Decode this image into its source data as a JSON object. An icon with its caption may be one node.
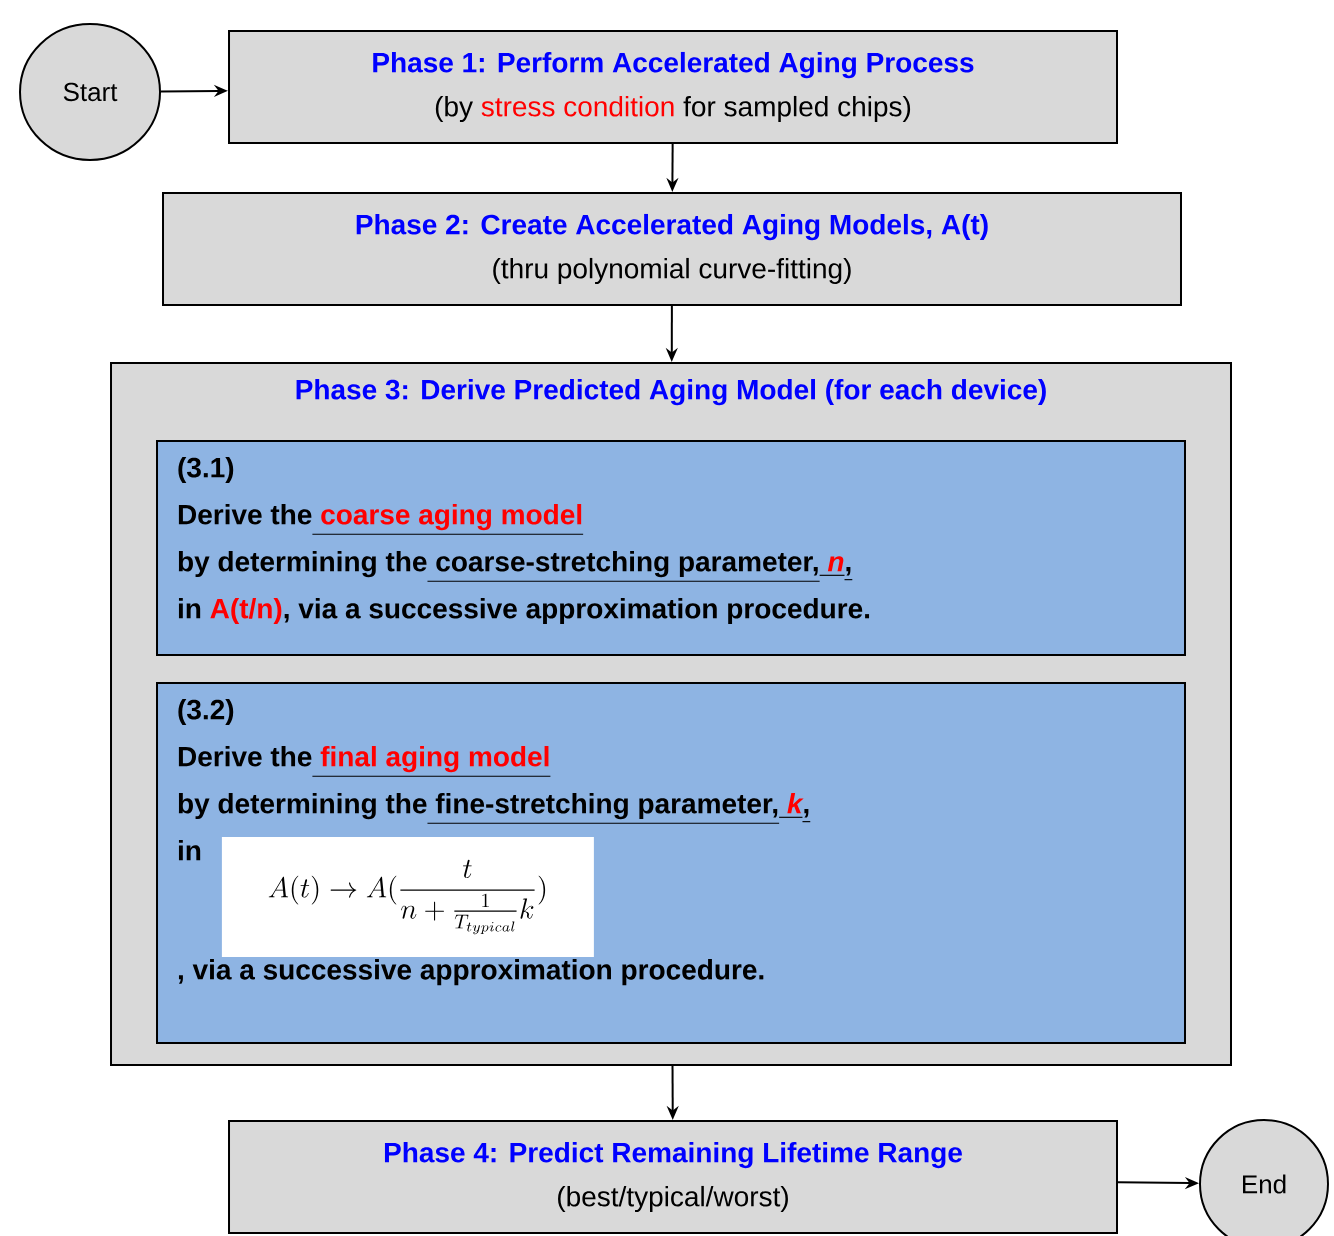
{
  "diagram": {
    "nodes": [
      {
        "text": [
          "Start"
        ]
      },
      {
        "text": [
          "Phase 1: Perform Accelerated Aging Process",
          "(by",
          "stress condition",
          "for sampled chips)"
        ]
      },
      {
        "text": [
          "Phase 2: Create Accelerated Aging Models, A(t)",
          "(thru polynomial curve-fitting)"
        ]
      },
      {
        "text": [
          "Phase 3: Derive Predicted Aging Model (for each device)"
        ]
      },
      {
        "text": [
          "(3.1)",
          "Derive the",
          "coarse aging model",
          "by determining the",
          "coarse-stretching parameter,",
          "n",
          ",",
          "in",
          "A(t/n)",
          ",  via a successive approximation procedure."
        ],
        "in": 3
      },
      {
        "text": [
          "(3.2)",
          "Derive the",
          "final aging model",
          "by determining the",
          "fine-stretching parameter,",
          "k",
          ",",
          "in",
          "A(t) \\rightarrow A(\\frac{t}{n+\\frac{1}{T_{typical}}k})",
          ", via a successive approximation procedure."
        ],
        "in": 3
      },
      {
        "text": [
          "Phase 4: Predict Remaining Lifetime Range",
          "(best/typical/worst)"
        ]
      },
      {
        "text": [
          "End"
        ]
      }
    ],
    "edges": [
      {
        "from": 0,
        "to": 1,
        "arrow": "to"
      },
      {
        "from": 1,
        "to": 2,
        "arrow": "to"
      },
      {
        "from": 2,
        "to": 3,
        "arrow": "to"
      },
      {
        "from": 3,
        "to": 6,
        "arrow": "to"
      },
      {
        "from": 6,
        "to": 7,
        "arrow": "to"
      }
    ]
  }
}
